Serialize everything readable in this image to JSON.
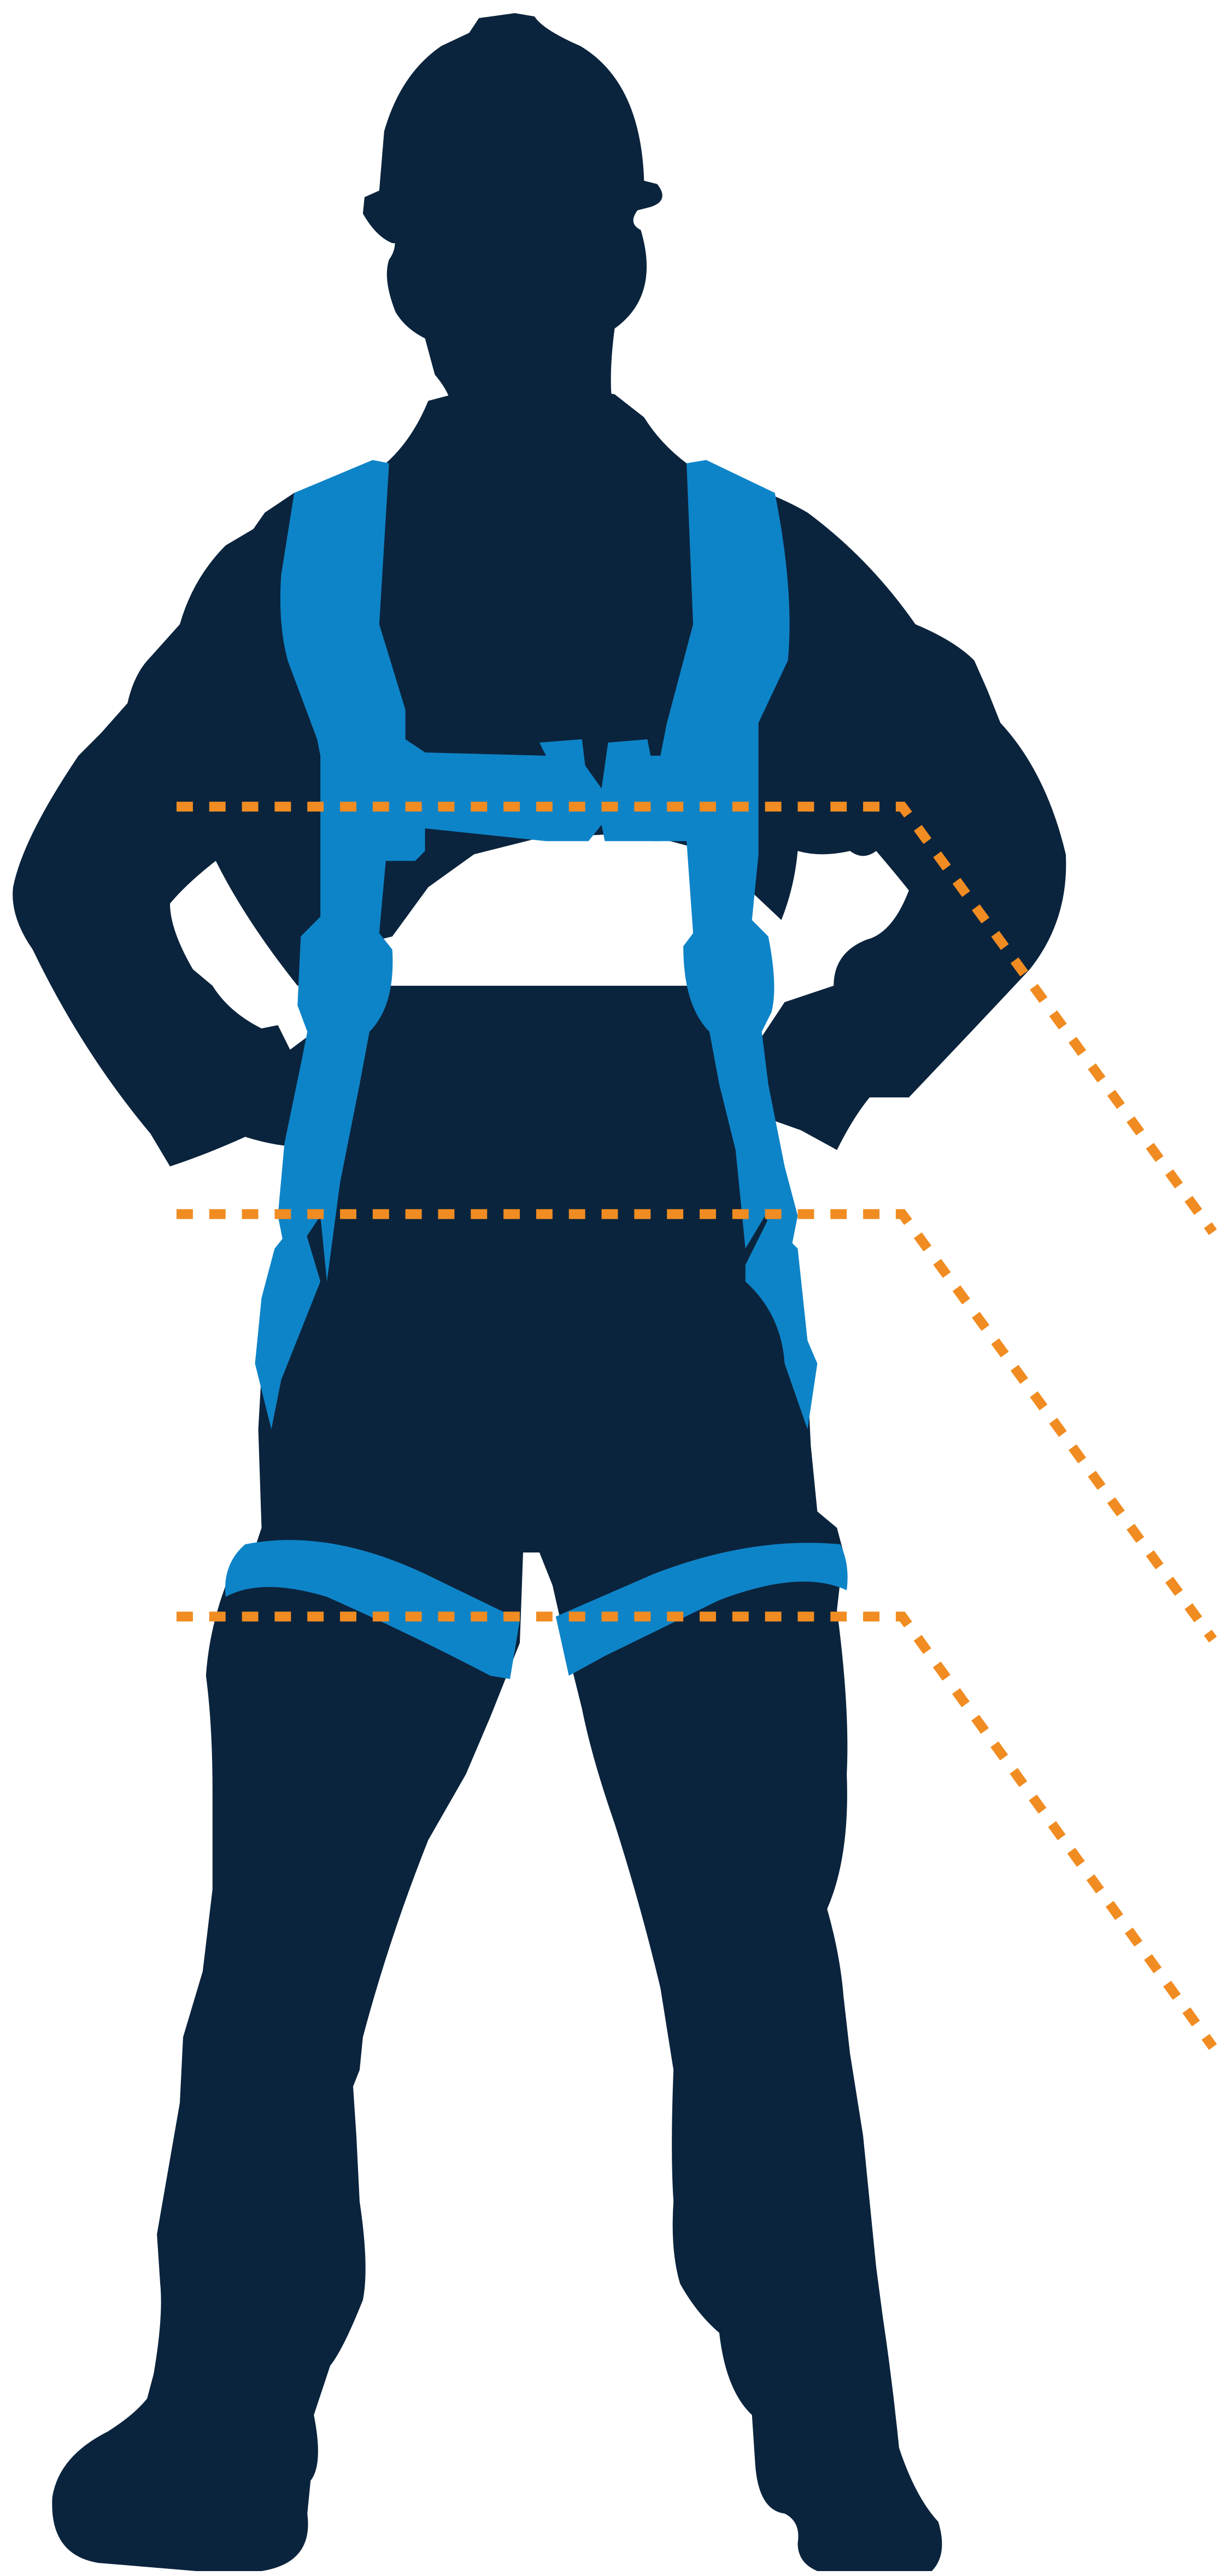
{
  "diagram": {
    "kind": "harness-fit-illustration",
    "colors": {
      "silhouette": "#0b243d",
      "harness": "#0e84c8",
      "guide_line": "#f08c22",
      "background": "#ffffff"
    },
    "measurement_lines": [
      {
        "name": "chest-measurement-line",
        "style": "dotted"
      },
      {
        "name": "waist-measurement-line",
        "style": "dotted"
      },
      {
        "name": "thigh-measurement-line",
        "style": "dotted"
      }
    ],
    "text": []
  }
}
